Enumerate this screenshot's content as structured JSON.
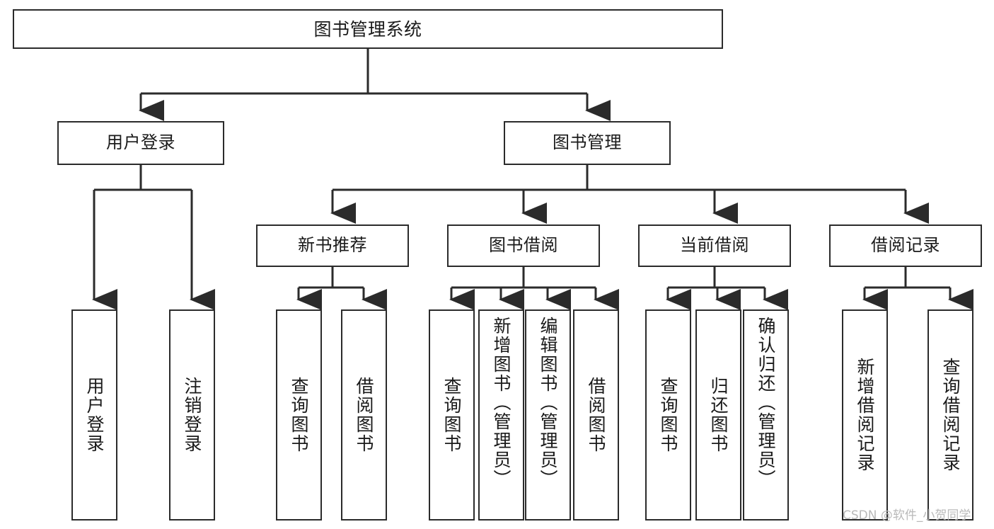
{
  "diagram": {
    "title": "图书管理系统",
    "type": "hierarchy-tree",
    "root": {
      "id": "root",
      "label": "图书管理系统"
    },
    "level2": [
      {
        "id": "user-login",
        "label": "用户登录"
      },
      {
        "id": "book-manage",
        "label": "图书管理"
      }
    ],
    "level3": [
      {
        "id": "new-book-rec",
        "label": "新书推荐"
      },
      {
        "id": "book-borrow",
        "label": "图书借阅"
      },
      {
        "id": "current-borrow",
        "label": "当前借阅"
      },
      {
        "id": "borrow-record",
        "label": "借阅记录"
      }
    ],
    "leaves": [
      {
        "id": "leaf-user-login",
        "label": "用户登录",
        "parent": "user-login"
      },
      {
        "id": "leaf-logout",
        "label": "注销登录",
        "parent": "user-login"
      },
      {
        "id": "leaf-query-book-1",
        "label": "查询图书",
        "parent": "new-book-rec"
      },
      {
        "id": "leaf-borrow-book-1",
        "label": "借阅图书",
        "parent": "new-book-rec"
      },
      {
        "id": "leaf-query-book-2",
        "label": "查询图书",
        "parent": "book-borrow"
      },
      {
        "id": "leaf-add-book",
        "label": "新增图书（管理员）",
        "parent": "book-borrow"
      },
      {
        "id": "leaf-edit-book",
        "label": "编辑图书（管理员）",
        "parent": "book-borrow"
      },
      {
        "id": "leaf-borrow-book-2",
        "label": "借阅图书",
        "parent": "book-borrow"
      },
      {
        "id": "leaf-query-book-3",
        "label": "查询图书",
        "parent": "current-borrow"
      },
      {
        "id": "leaf-return-book",
        "label": "归还图书",
        "parent": "current-borrow"
      },
      {
        "id": "leaf-confirm-return",
        "label": "确认归还（管理员）",
        "parent": "current-borrow"
      },
      {
        "id": "leaf-add-record",
        "label": "新增借阅记录",
        "parent": "borrow-record"
      },
      {
        "id": "leaf-query-record",
        "label": "查询借阅记录",
        "parent": "borrow-record"
      }
    ],
    "colors": {
      "stroke": "#2b2b2b",
      "fill": "#ffffff",
      "text": "#1a1a1a",
      "watermark": "#b9b9b9"
    }
  },
  "watermark": {
    "text": "CSDN @软件_小贺同学"
  }
}
